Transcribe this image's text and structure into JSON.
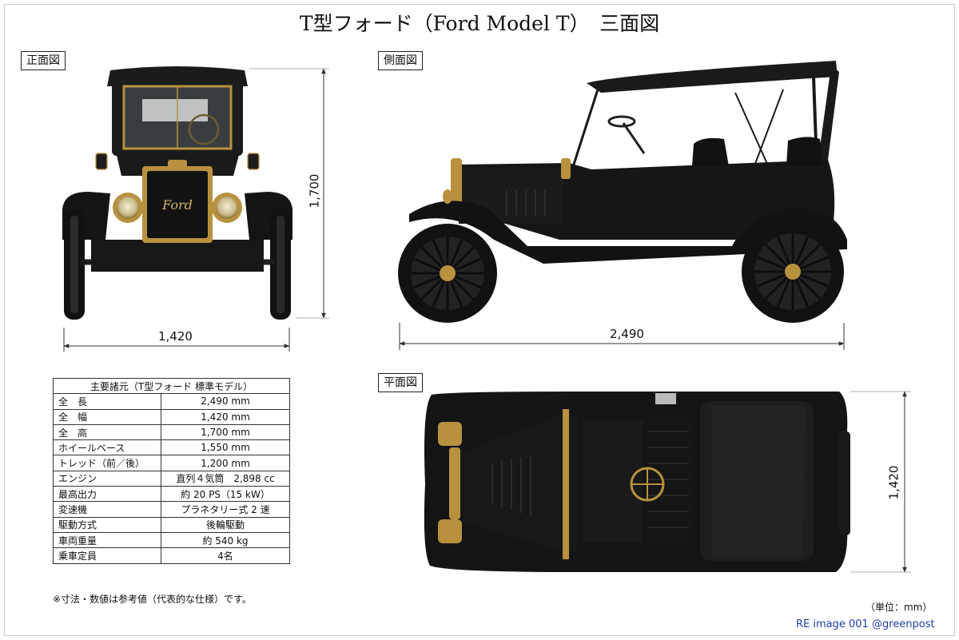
{
  "title": "T型フォード（Ford Model T）　三面図",
  "views": {
    "front": {
      "label": "正面図",
      "width_dim": "1,420",
      "height_dim": "1,700"
    },
    "side": {
      "label": "側面図",
      "length_dim": "2,490"
    },
    "top": {
      "label": "平面図",
      "width_dim": "1,420"
    }
  },
  "specs": {
    "header": "主要諸元（T型フォード 標準モデル）",
    "rows": [
      {
        "key": "全　長",
        "value": "2,490 mm"
      },
      {
        "key": "全　幅",
        "value": "1,420 mm"
      },
      {
        "key": "全　高",
        "value": "1,700 mm"
      },
      {
        "key": "ホイールベース",
        "value": "1,550 mm"
      },
      {
        "key": "トレッド（前／後）",
        "value": "1,200 mm"
      },
      {
        "key": "エンジン",
        "value": "直列４気筒　2,898 cc"
      },
      {
        "key": "最高出力",
        "value": "約 20 PS（15 kW）"
      },
      {
        "key": "変速機",
        "value": "プラネタリー式 2 速"
      },
      {
        "key": "駆動方式",
        "value": "後輪駆動"
      },
      {
        "key": "車両重量",
        "value": "約 540 kg"
      },
      {
        "key": "乗車定員",
        "value": "4名"
      }
    ]
  },
  "note": "※寸法・数値は参考値（代表的な仕様）です。",
  "unit": "（単位：mm）",
  "credit": "RE image 001 @greenpost",
  "badge": "Ford",
  "colors": {
    "body": "#151515",
    "brass": "#b8913e",
    "line": "#333333",
    "credit": "#1f3fa8"
  }
}
